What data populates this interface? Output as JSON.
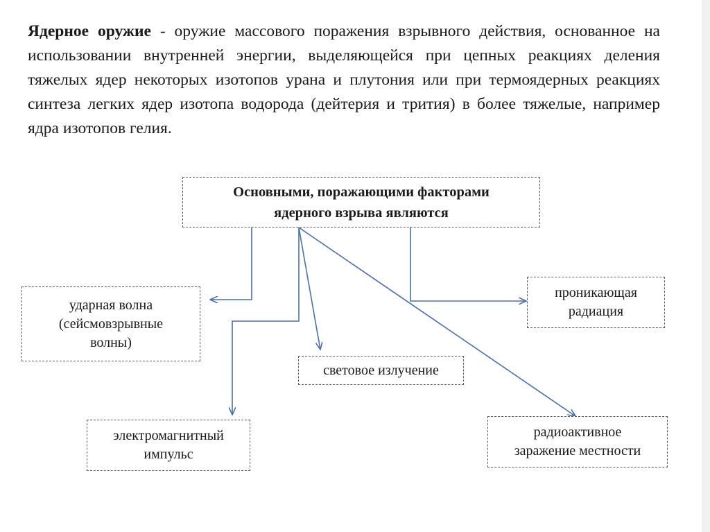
{
  "definition": {
    "term": "Ядерное оружие",
    "text": " - оружие массового поражения взрывного действия, основанное на использовании внутренней энергии, выделяющейся при цепных реакциях деления тяжелых ядер некоторых изотопов урана и плутония или при термоядерных реакциях синтеза легких ядер изотопа водорода (дейтерия и трития) в более тяжелые, например ядра изотопов гелия."
  },
  "diagram": {
    "central": {
      "line1": "Основными, поражающими факторами",
      "line2": "ядерного взрыва являются"
    },
    "factors": {
      "shockwave": {
        "line1": "ударная волна",
        "line2": "(сейсмовзрывные",
        "line3": "волны)"
      },
      "penetrating_radiation": {
        "line1": "проникающая",
        "line2": "радиация"
      },
      "light_radiation": {
        "line1": "световое излучение"
      },
      "emp": {
        "line1": "электромагнитный",
        "line2": "импульс"
      },
      "contamination": {
        "line1": "радиоактивное",
        "line2": "заражение местности"
      }
    },
    "connector_color": "#4a6fa5"
  }
}
